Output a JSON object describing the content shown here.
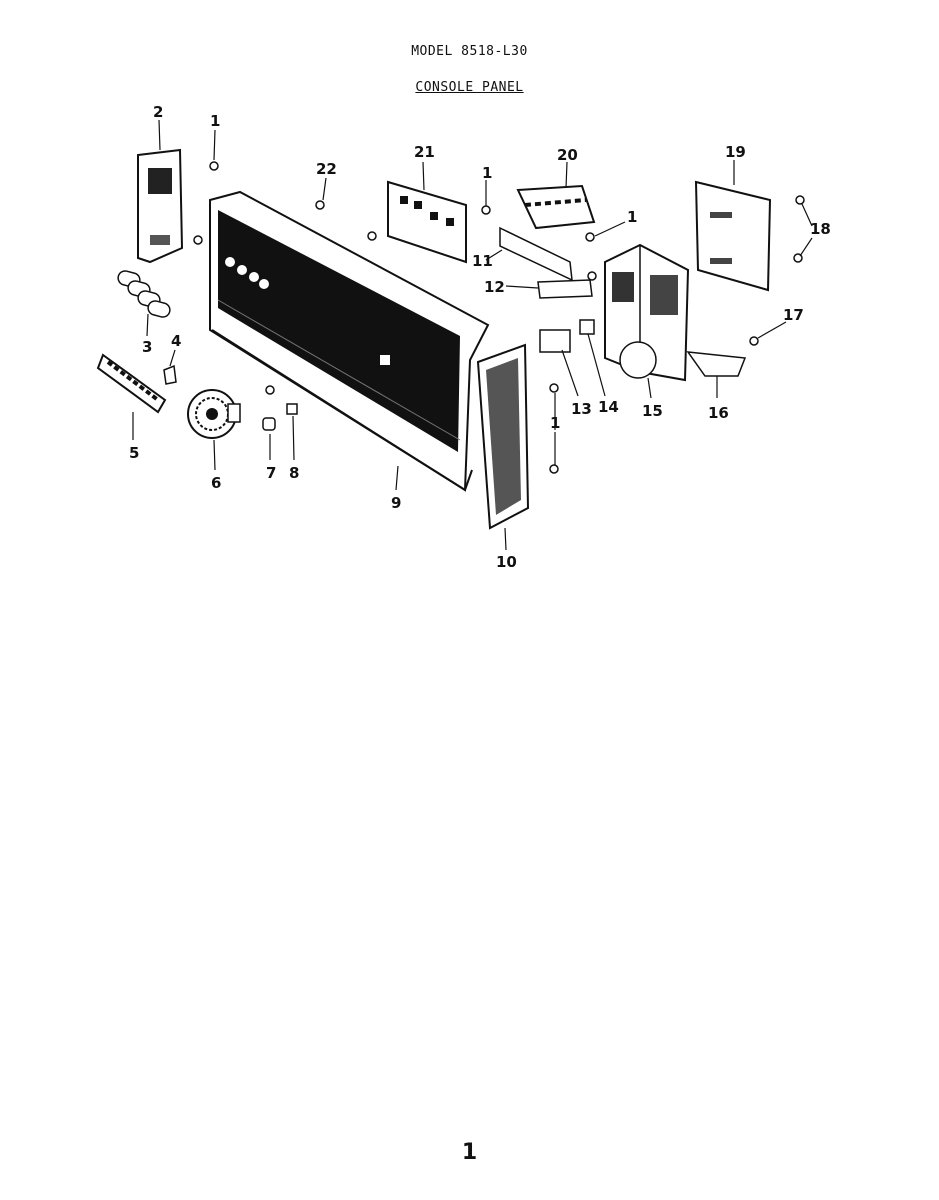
{
  "header": {
    "model": "MODEL 8518-L30",
    "section": "CONSOLE PANEL"
  },
  "callouts": [
    "1",
    "2",
    "3",
    "4",
    "5",
    "6",
    "7",
    "8",
    "9",
    "10",
    "11",
    "12",
    "13",
    "14",
    "15",
    "16",
    "17",
    "18",
    "19",
    "20",
    "21",
    "22"
  ],
  "page_number": "1"
}
